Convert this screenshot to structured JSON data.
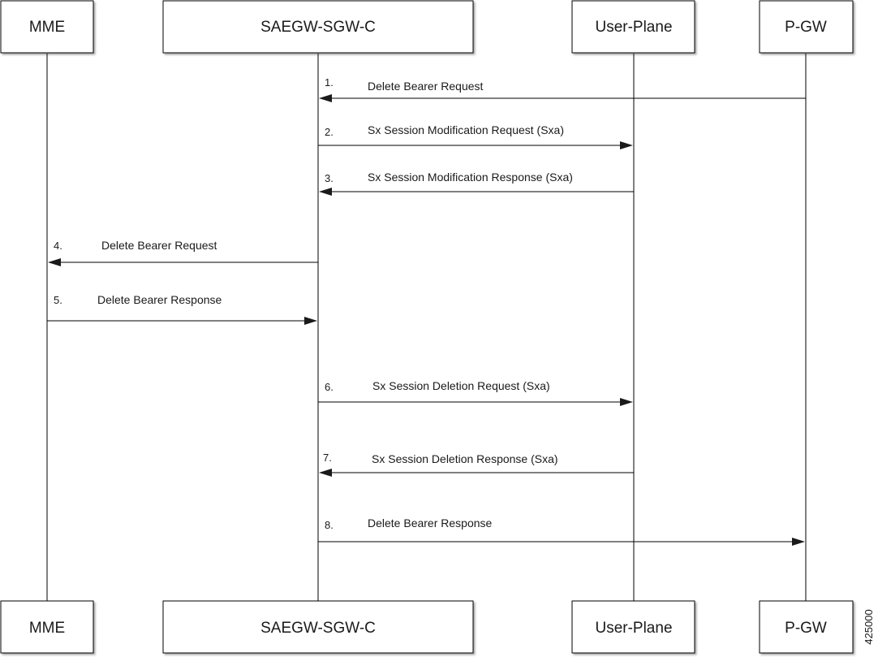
{
  "participants": [
    {
      "id": "mme",
      "label": "MME"
    },
    {
      "id": "sgwc",
      "label": "SAEGW-SGW-C"
    },
    {
      "id": "up",
      "label": "User-Plane"
    },
    {
      "id": "pgw",
      "label": "P-GW"
    }
  ],
  "messages": [
    {
      "num": "1.",
      "label": "Delete Bearer Request",
      "from": "pgw",
      "to": "sgwc"
    },
    {
      "num": "2.",
      "label": "Sx Session Modification Request (Sxa)",
      "from": "sgwc",
      "to": "up"
    },
    {
      "num": "3.",
      "label": "Sx Session Modification Response (Sxa)",
      "from": "up",
      "to": "sgwc"
    },
    {
      "num": "4.",
      "label": "Delete Bearer Request",
      "from": "sgwc",
      "to": "mme"
    },
    {
      "num": "5.",
      "label": "Delete Bearer Response",
      "from": "mme",
      "to": "sgwc"
    },
    {
      "num": "6.",
      "label": "Sx Session Deletion Request (Sxa)",
      "from": "sgwc",
      "to": "up"
    },
    {
      "num": "7.",
      "label": "Sx Session Deletion Response (Sxa)",
      "from": "up",
      "to": "sgwc"
    },
    {
      "num": "8.",
      "label": "Delete Bearer Response",
      "from": "sgwc",
      "to": "pgw"
    }
  ],
  "figure_id": "425000"
}
